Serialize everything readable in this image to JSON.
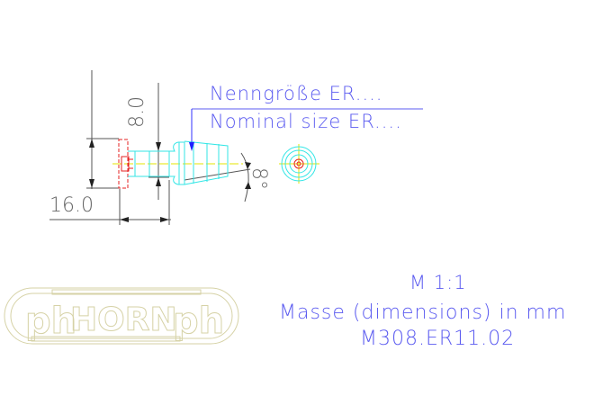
{
  "drawing": {
    "label_de": "Nenngröße ER....",
    "label_en": "Nominal size ER....",
    "dim_length": "16.0",
    "dim_diameter": "8.0",
    "dim_angle": "8°",
    "scale": "M 1:1",
    "units": "Masse (dimensions) in mm",
    "part_number": "M308.ER11.02"
  },
  "logo": {
    "text": "HORN",
    "mark": "ph"
  },
  "colors": {
    "text": "#5b5bf0",
    "part": "#33e6e6",
    "center": "#e6e600",
    "hidden": "#e62020",
    "dim": "#555555",
    "logo": "#d6d2a6"
  }
}
